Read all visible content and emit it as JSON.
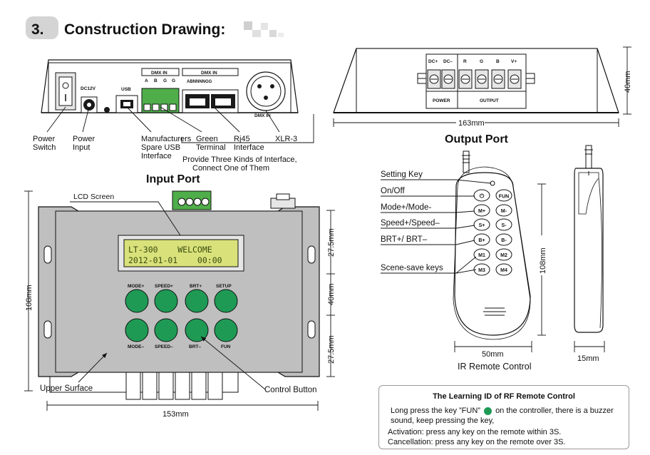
{
  "section": {
    "number": "3.",
    "title": "Construction Drawing:"
  },
  "rear_panel": {
    "labels": {
      "dc12v": "DC12V",
      "usb": "USB",
      "dmx_in_1": "DMX  IN",
      "dmx_pins": [
        "A",
        "B",
        "G",
        "G"
      ],
      "dmx_in_2": "DMX  IN",
      "rj_pins": "ABNNNNGG",
      "xlr_dmx_in": "DMX  IN"
    },
    "callouts": {
      "power_switch": [
        "Power",
        "Switch"
      ],
      "power_input": [
        "Power",
        "Input"
      ],
      "usb": [
        "Manufacturers",
        "Spare USB",
        "Interface"
      ],
      "green_terminal": [
        "Green",
        "Terminal"
      ],
      "rj45": [
        "Rj45",
        "Interface"
      ],
      "xlr": "XLR-3",
      "note": [
        "Provide Three Kinds of Interface,",
        "Connect One of Them"
      ]
    }
  },
  "input_port": {
    "title": "Input Port",
    "lcd_label": "LCD Screen",
    "lcd_line1": "LT-300    WELCOME",
    "lcd_line2": "2012-01-01    00:00",
    "buttons_top": [
      "MODE+",
      "SPEED+",
      "BRT+",
      "SETUP"
    ],
    "buttons_bottom": [
      "MODE–",
      "SPEED–",
      "BRT–",
      "FUN"
    ],
    "dim_height": "108mm",
    "dim_width": "153mm",
    "dim_right": [
      "27.5mm",
      "40mm",
      "27.5mm"
    ],
    "upper_surface": "Upper Surface",
    "control_button": "Control Button"
  },
  "output_port": {
    "title": "Output Port",
    "terminals": [
      "DC+",
      "DC–",
      "R",
      "G",
      "B",
      "V+"
    ],
    "power_label": "POWER",
    "output_label": "OUTPUT",
    "dim_width": "163mm",
    "dim_height": "40mm"
  },
  "remote": {
    "title": "IR Remote Control",
    "callouts": [
      "Setting Key",
      "On/Off",
      "Mode+/Mode-",
      "Speed+/Speed–",
      "BRT+/ BRT–",
      "Scene-save keys"
    ],
    "keys": [
      [
        "⏻",
        "FUN"
      ],
      [
        "M+",
        "M-"
      ],
      [
        "S+",
        "S-"
      ],
      [
        "B+",
        "B-"
      ],
      [
        "M1",
        "M2"
      ],
      [
        "M3",
        "M4"
      ]
    ],
    "dim_width": "50mm",
    "dim_height": "108mm",
    "dim_thickness": "15mm"
  },
  "note": {
    "title": "The Learning ID of RF Remote Control",
    "line1a": "Long press the key ”FUN”",
    "line1b": "on the controller, there is a buzzer sound, keep pressing the key,",
    "line2": "Activation: press any key on the remote within 3S.",
    "line3": "Cancellation: press any key on the remote over 3S."
  },
  "colors": {
    "button_green": "#1f9a55",
    "lcd_bg": "#d9e27a",
    "terminal_green": "#4fae4a",
    "panel_gray": "#bfbfbf"
  }
}
